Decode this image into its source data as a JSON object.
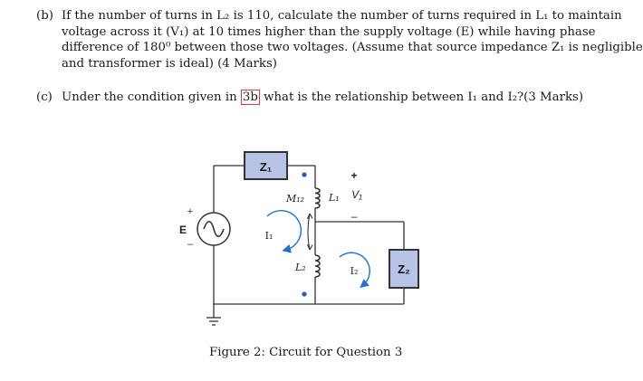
{
  "question_b": {
    "label": "(b)",
    "lines": [
      "If the number of turns in L₂ is 110, calculate the number of turns required in L₁ to maintain",
      "voltage across it (V₁) at 10 times higher than the supply voltage (E) while having phase",
      "difference of 180⁰ between those two voltages. (Assume that source impedance Z₁ is negligible",
      "and transformer is ideal) (4 Marks)"
    ]
  },
  "question_c": {
    "label": "(c)",
    "before_ref": "Under the condition given in ",
    "ref": "3b",
    "after_ref": " what is the relationship between I₁ and I₂?(3 Marks)"
  },
  "circuit": {
    "z1": "Z₁",
    "z2": "Z₂",
    "source_label": "E",
    "plus": "+",
    "minus": "–",
    "mutual": "M₁₂",
    "l1": "L₁",
    "l2": "L₂",
    "v1": "V₁",
    "i1": "I₁",
    "i2": "I₂",
    "colors": {
      "impedance_fill": "#b8c4e6",
      "wire": "#333333",
      "arrow": "#2a6fc0"
    }
  },
  "caption": "Figure 2: Circuit for Question 3"
}
